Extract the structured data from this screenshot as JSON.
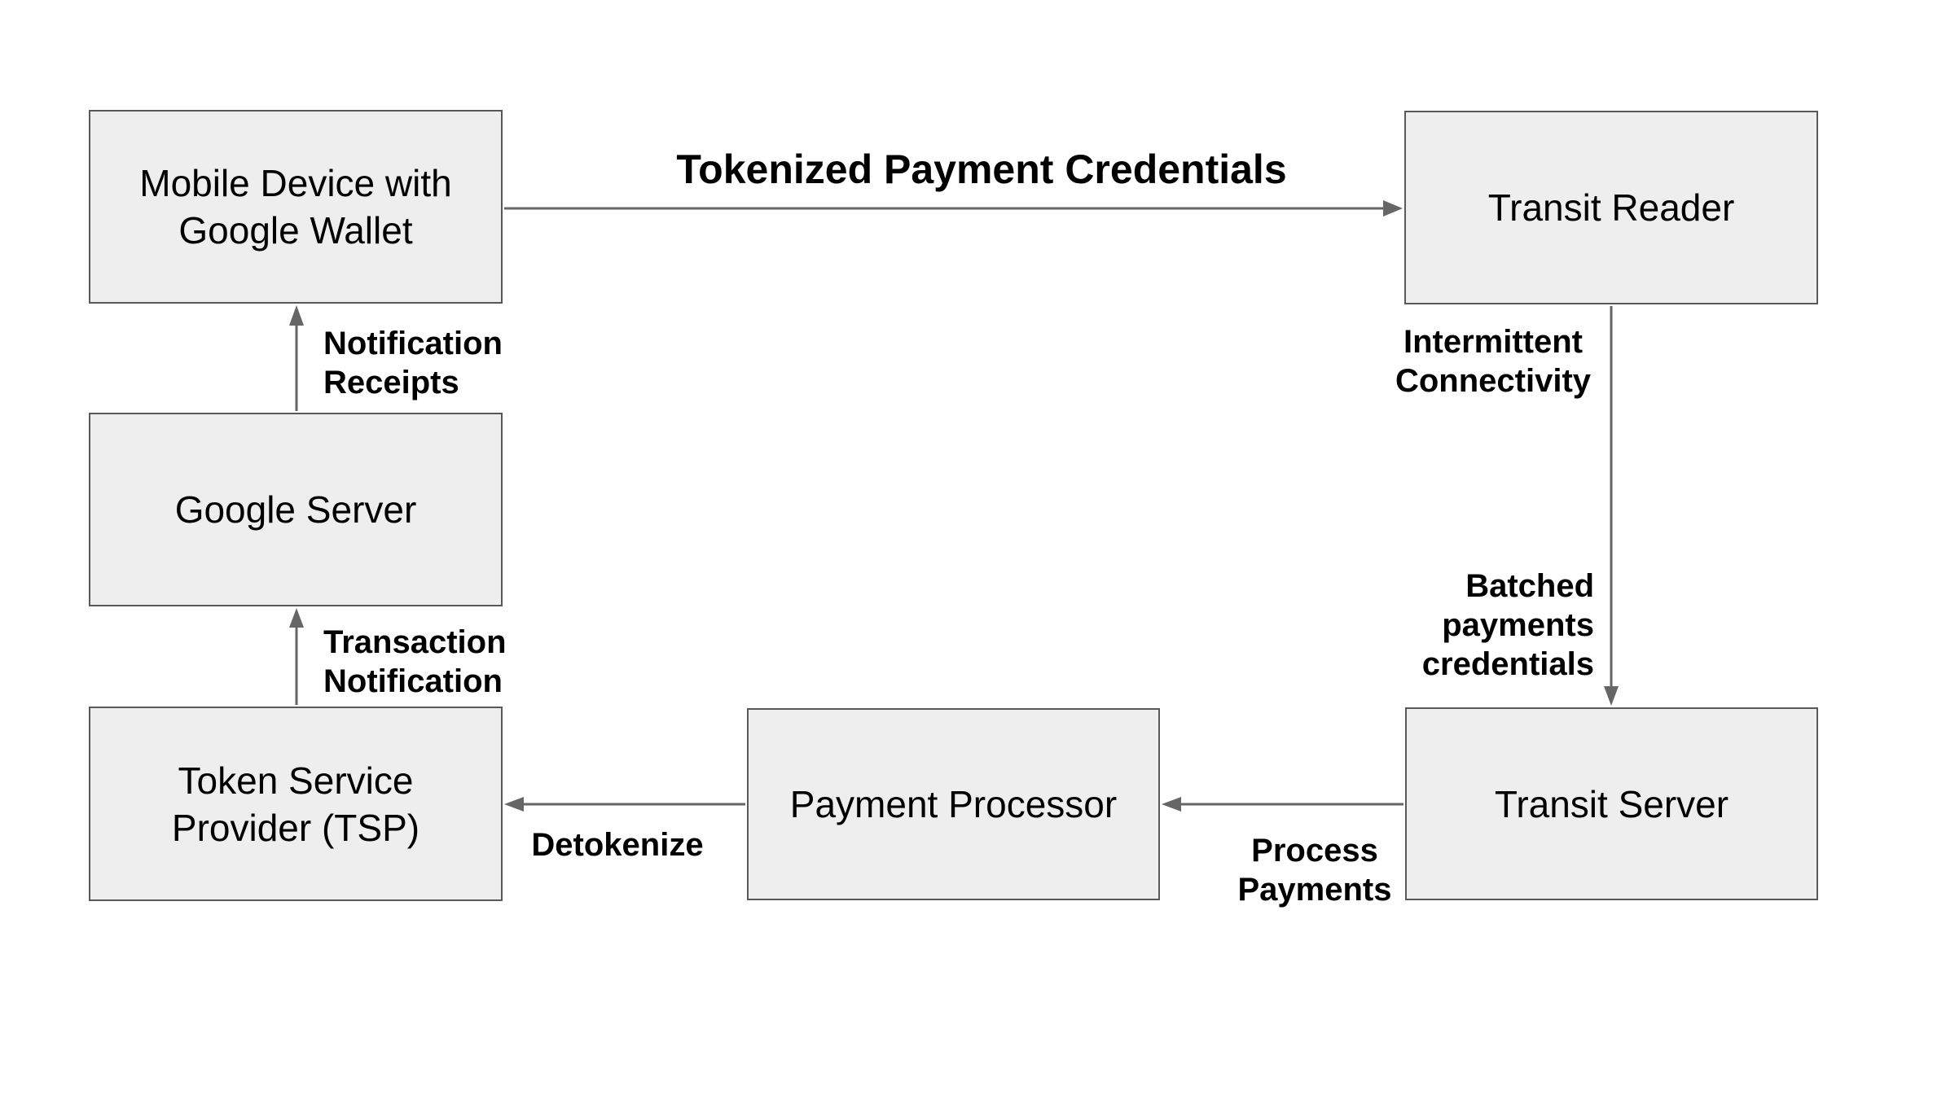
{
  "nodes": {
    "mobile_device": {
      "lines": [
        "Mobile Device with",
        "Google Wallet"
      ]
    },
    "transit_reader": {
      "label": "Transit Reader"
    },
    "google_server": {
      "label": "Google Server"
    },
    "tsp": {
      "lines": [
        "Token Service",
        "Provider (TSP)"
      ]
    },
    "payment_processor": {
      "label": "Payment Processor"
    },
    "transit_server": {
      "label": "Transit Server"
    }
  },
  "edge_labels": {
    "tokenized": {
      "label": "Tokenized Payment Credentials"
    },
    "notification_receipts": {
      "lines": [
        "Notification",
        "Receipts"
      ]
    },
    "transaction_notification": {
      "lines": [
        "Transaction",
        "Notification"
      ]
    },
    "intermittent_connectivity": {
      "lines": [
        "Intermittent",
        "Connectivity"
      ]
    },
    "batched_payments": {
      "lines": [
        "Batched",
        "payments",
        "credentials"
      ]
    },
    "detokenize": {
      "label": "Detokenize"
    },
    "process_payments": {
      "lines": [
        "Process",
        "Payments"
      ]
    }
  },
  "colors": {
    "background": "#ffffff",
    "box_fill": "#eeeeee",
    "box_border": "#595959",
    "arrow": "#666666",
    "text": "#000000"
  }
}
